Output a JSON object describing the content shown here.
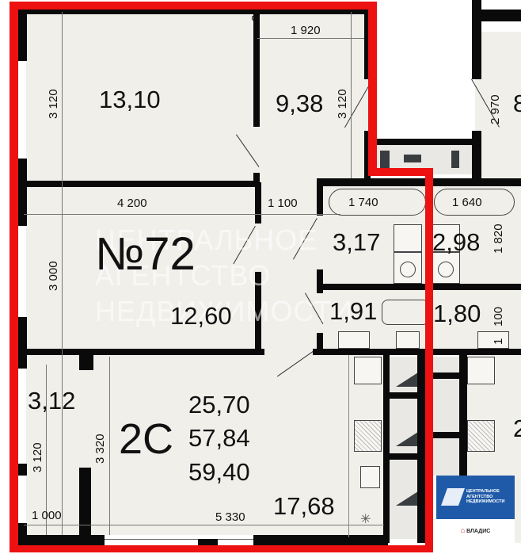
{
  "plan": {
    "apartment_number": "№72",
    "apartment_type": "2С",
    "areas_summary": [
      "25,70",
      "57,84",
      "59,40"
    ],
    "colors": {
      "outline": "#ee1111",
      "wall": "#0a0a0a",
      "floor": "#f1efea",
      "logo_blue": "#1f5aa8"
    },
    "rooms": [
      {
        "id": "bedroom-1",
        "area": "13,10"
      },
      {
        "id": "room-small",
        "area": "9,38"
      },
      {
        "id": "bedroom-2",
        "area": "12,60"
      },
      {
        "id": "bathroom-1",
        "area": "3,17"
      },
      {
        "id": "bathroom-2",
        "area": "2,98"
      },
      {
        "id": "wc-1",
        "area": "1,91"
      },
      {
        "id": "wc-2",
        "area": "1,80"
      },
      {
        "id": "loggia",
        "area": "3,12"
      },
      {
        "id": "kitchen-living",
        "area": "17,68"
      }
    ],
    "dimensions": {
      "d_1920": "1 920",
      "d_3120_a": "3 120",
      "d_3120_b": "3 120",
      "d_3120_c": "3 120",
      "d_2970": "2 970",
      "d_4200": "4 200",
      "d_1100": "1 100",
      "d_3000": "3 000",
      "d_1740": "1 740",
      "d_1640": "1 640",
      "d_1820": "1 820",
      "d_100": "100",
      "d_1": "1",
      "d_3320": "3 320",
      "d_1000": "1 000",
      "d_5330": "5 330",
      "d_2": "2"
    },
    "partial_neighbor_labels": {
      "right_top": "8",
      "right_bottom": "2"
    }
  },
  "watermark": {
    "line1": "ЦЕНТРАЛЬНОЕ",
    "line2": "АГЕНТСТВО",
    "line3": "НЕДВИЖИМОСТИ"
  },
  "logo": {
    "line1": "ЦЕНТРАЛЬНОЕ",
    "line2": "АГЕНТСТВО",
    "line3": "НЕДВИЖИМОСТИ",
    "partner": "ВЛАДИС"
  }
}
